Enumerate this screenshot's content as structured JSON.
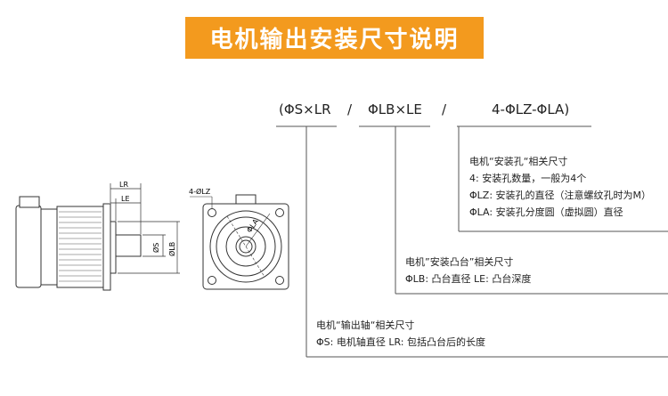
{
  "title": "电机输出安装尺寸说明",
  "code": {
    "part1": "(ΦS×LR",
    "sep1": "/",
    "part2": "ΦLB×LE",
    "sep2": "/",
    "part3": "4-ΦLZ-ΦLA)"
  },
  "notes": {
    "mount_hole": {
      "heading": "电机“安装孔“相关尺寸",
      "lines": [
        "4: 安装孔数量，一般为4个",
        "ΦLZ: 安装孔的直径（注意螺纹孔时为M）",
        "ΦLA: 安装孔分度圆（虚拟圆）直径"
      ]
    },
    "boss": {
      "heading": "电机”安装凸台”相关尺寸",
      "line": "ΦLB: 凸台直径    LE: 凸台深度"
    },
    "shaft": {
      "heading": "电机“输出轴“相关尺寸",
      "line": "ΦS: 电机轴直径    LR: 包括凸台后的长度"
    },
    "ranges": "",
    "_": ""
  },
  "drawing_labels": {
    "lr": "LR",
    "le": "LE",
    "s": "ØS",
    "lb": "ØLB",
    "lz": "4-ØLZ",
    "la": "ΦLA"
  }
}
